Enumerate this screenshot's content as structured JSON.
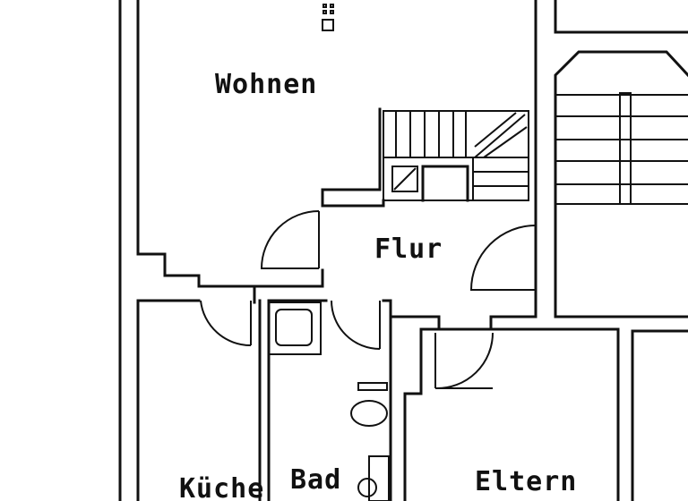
{
  "rooms": {
    "wohnen": "Wohnen",
    "flur": "Flur",
    "kueche": "Küche",
    "bad": "Bad",
    "eltern": "Eltern"
  },
  "colors": {
    "ink": "#111111",
    "paper": "#ffffff"
  }
}
